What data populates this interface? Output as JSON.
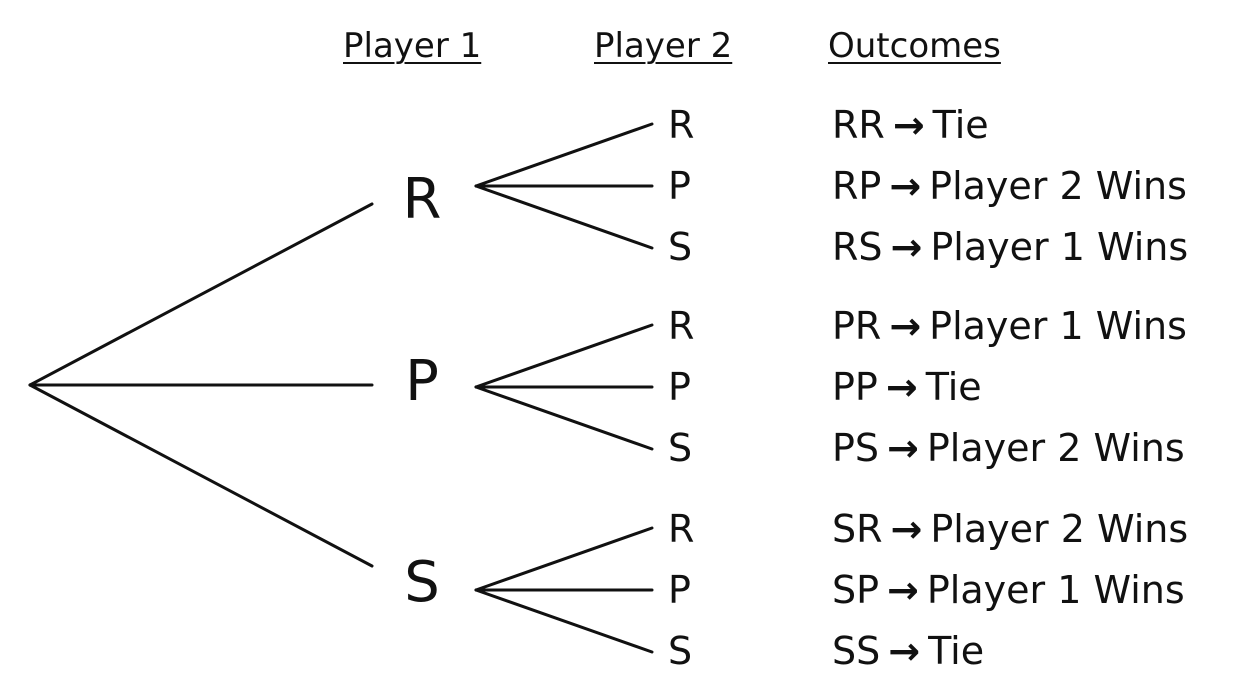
{
  "headers": {
    "player1": "Player 1",
    "player2": "Player 2",
    "outcomes": "Outcomes"
  },
  "arrow": "→",
  "player1_moves": [
    "R",
    "P",
    "S"
  ],
  "player2_moves": [
    "R",
    "P",
    "S"
  ],
  "outcomes": [
    {
      "pair": "RR",
      "result": "Tie"
    },
    {
      "pair": "RP",
      "result": "Player 2 Wins"
    },
    {
      "pair": "RS",
      "result": "Player 1 Wins"
    },
    {
      "pair": "PR",
      "result": "Player 1 Wins"
    },
    {
      "pair": "PP",
      "result": "Tie"
    },
    {
      "pair": "PS",
      "result": "Player 2 Wins"
    },
    {
      "pair": "SR",
      "result": "Player 2 Wins"
    },
    {
      "pair": "SP",
      "result": "Player 1 Wins"
    },
    {
      "pair": "SS",
      "result": "Tie"
    }
  ]
}
